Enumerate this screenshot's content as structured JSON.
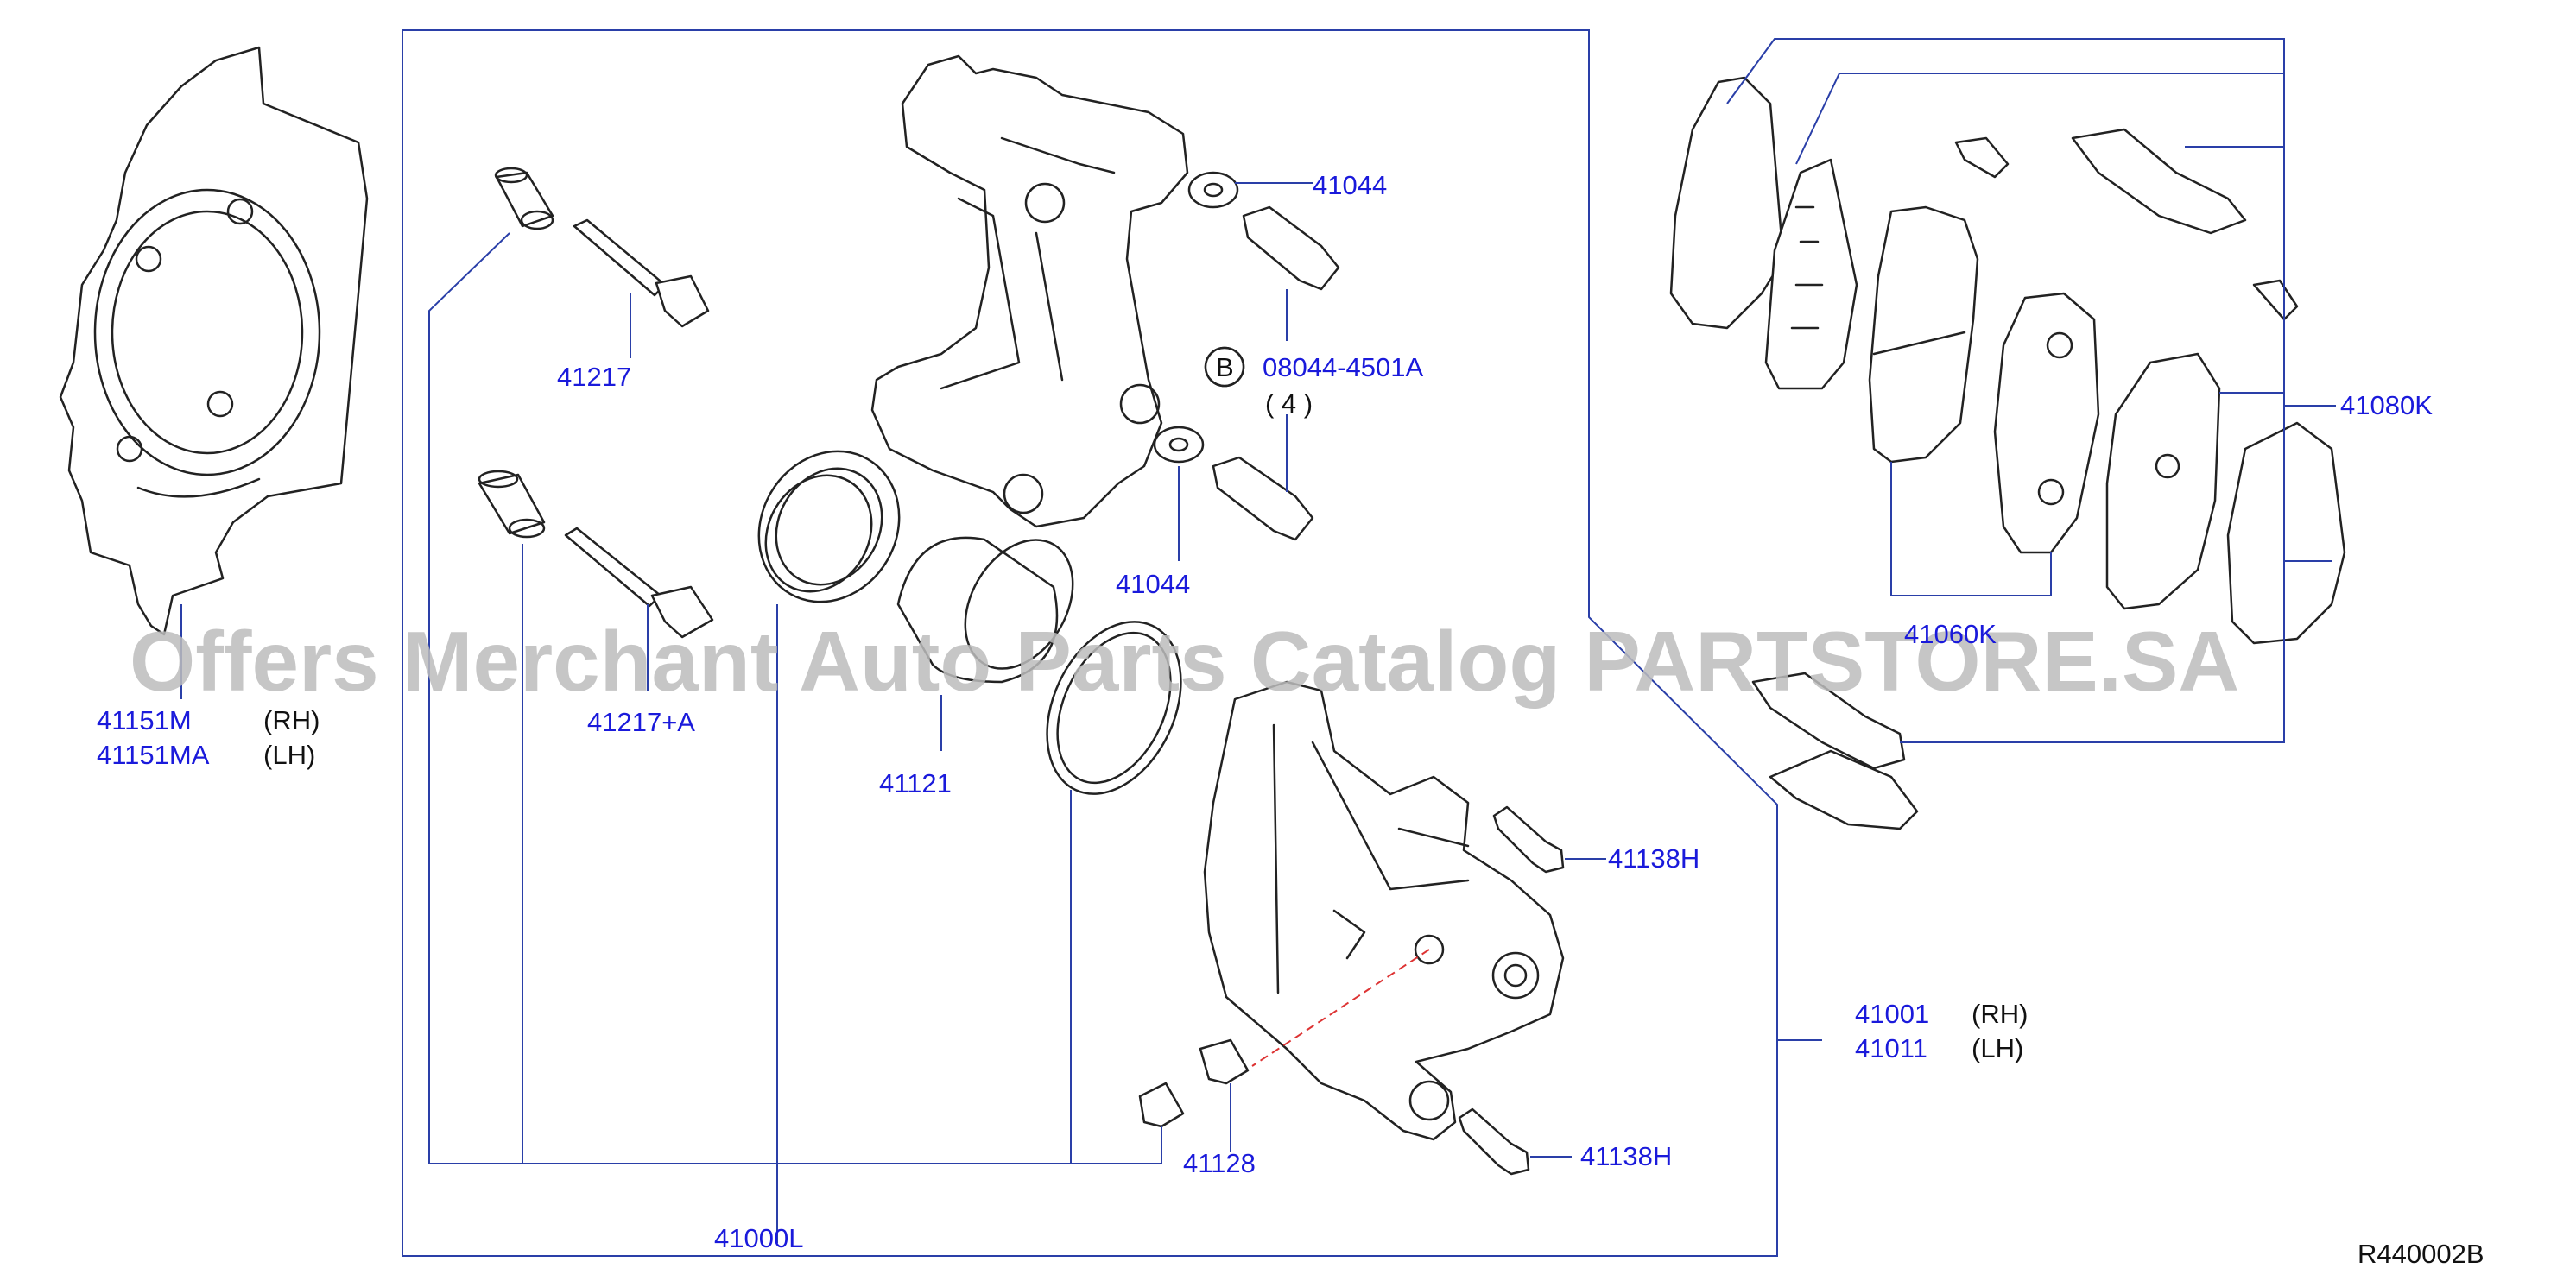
{
  "diagram": {
    "ref_code": "R440002B",
    "watermark": "Offers Merchant Auto Parts Catalog PARTSTORE.SA",
    "colors": {
      "part_number": "#1a1adb",
      "leader": "#2a3fa8",
      "outline": "#222222",
      "watermark": "#bdbdbd"
    },
    "labels": {
      "backing_plate_rh": "41151M",
      "backing_plate_rh_side": "(RH)",
      "backing_plate_lh": "41151MA",
      "backing_plate_lh_side": "(LH)",
      "pin_upper": "41217",
      "pin_lower": "41217+A",
      "washer_upper": "41044",
      "washer_lower": "41044",
      "bolt_code_badge": "B",
      "bolt_code": "08044-4501A",
      "bolt_qty": "( 4 )",
      "piston": "41121",
      "caliper_kit": "41000L",
      "bleeder": "41128",
      "caliper_bolt_upper": "41138H",
      "caliper_bolt_lower": "41138H",
      "caliper_rh": "41001",
      "caliper_rh_side": "(RH)",
      "caliper_lh": "41011",
      "caliper_lh_side": "(LH)",
      "pad_kit": "41080K",
      "pad_hidden": "41060K"
    }
  }
}
